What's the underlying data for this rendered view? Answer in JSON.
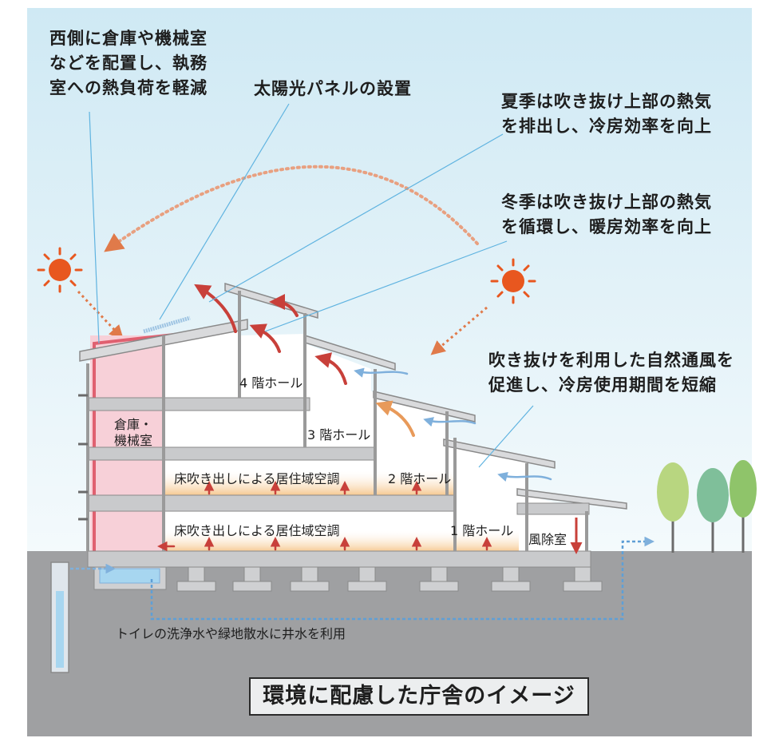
{
  "callouts": {
    "west_storage": [
      "西側に倉庫や機械室",
      "などを配置し、執務",
      "室への熱負荷を軽減"
    ],
    "solar_panel": "太陽光パネルの設置",
    "summer": [
      "夏季は吹き抜け上部の熱気",
      "を排出し、冷房効率を向上"
    ],
    "winter": [
      "冬季は吹き抜け上部の熱気",
      "を循環し、暖房効率を向上"
    ],
    "ventilation": [
      "吹き抜けを利用した自然通風を",
      "促進し、冷房使用期間を短縮"
    ]
  },
  "rooms": {
    "hall_4f": "4 階ホール",
    "hall_3f": "3 階ホール",
    "hall_2f": "2 階ホール",
    "hall_1f": "1 階ホール",
    "storage": [
      "倉庫・",
      "機械室"
    ],
    "floor_ac_2f": "床吹き出しによる居住域空調",
    "floor_ac_1f": "床吹き出しによる居住域空調",
    "windbreak": "風除室"
  },
  "well_caption": "トイレの洗浄水や緑地散水に井水を利用",
  "title": "環境に配慮した庁舎のイメージ",
  "colors": {
    "sky_top": "#cfe9f4",
    "ground": "#9fa0a2",
    "sun": "#e8571f",
    "warm_arrow": "#c8403a",
    "cool_arrow": "#7fb0dc",
    "tree": "#8fc46a"
  }
}
